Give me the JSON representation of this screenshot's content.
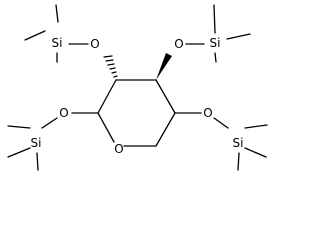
{
  "molecule": {
    "atoms": {
      "si_top_left": "Si",
      "o_top_left": "O",
      "si_top_right": "Si",
      "o_top_right": "O",
      "si_bottom_left": "Si",
      "o_bottom_left": "O",
      "o_ring": "O",
      "o_right": "O",
      "si_bottom_right": "Si"
    }
  }
}
